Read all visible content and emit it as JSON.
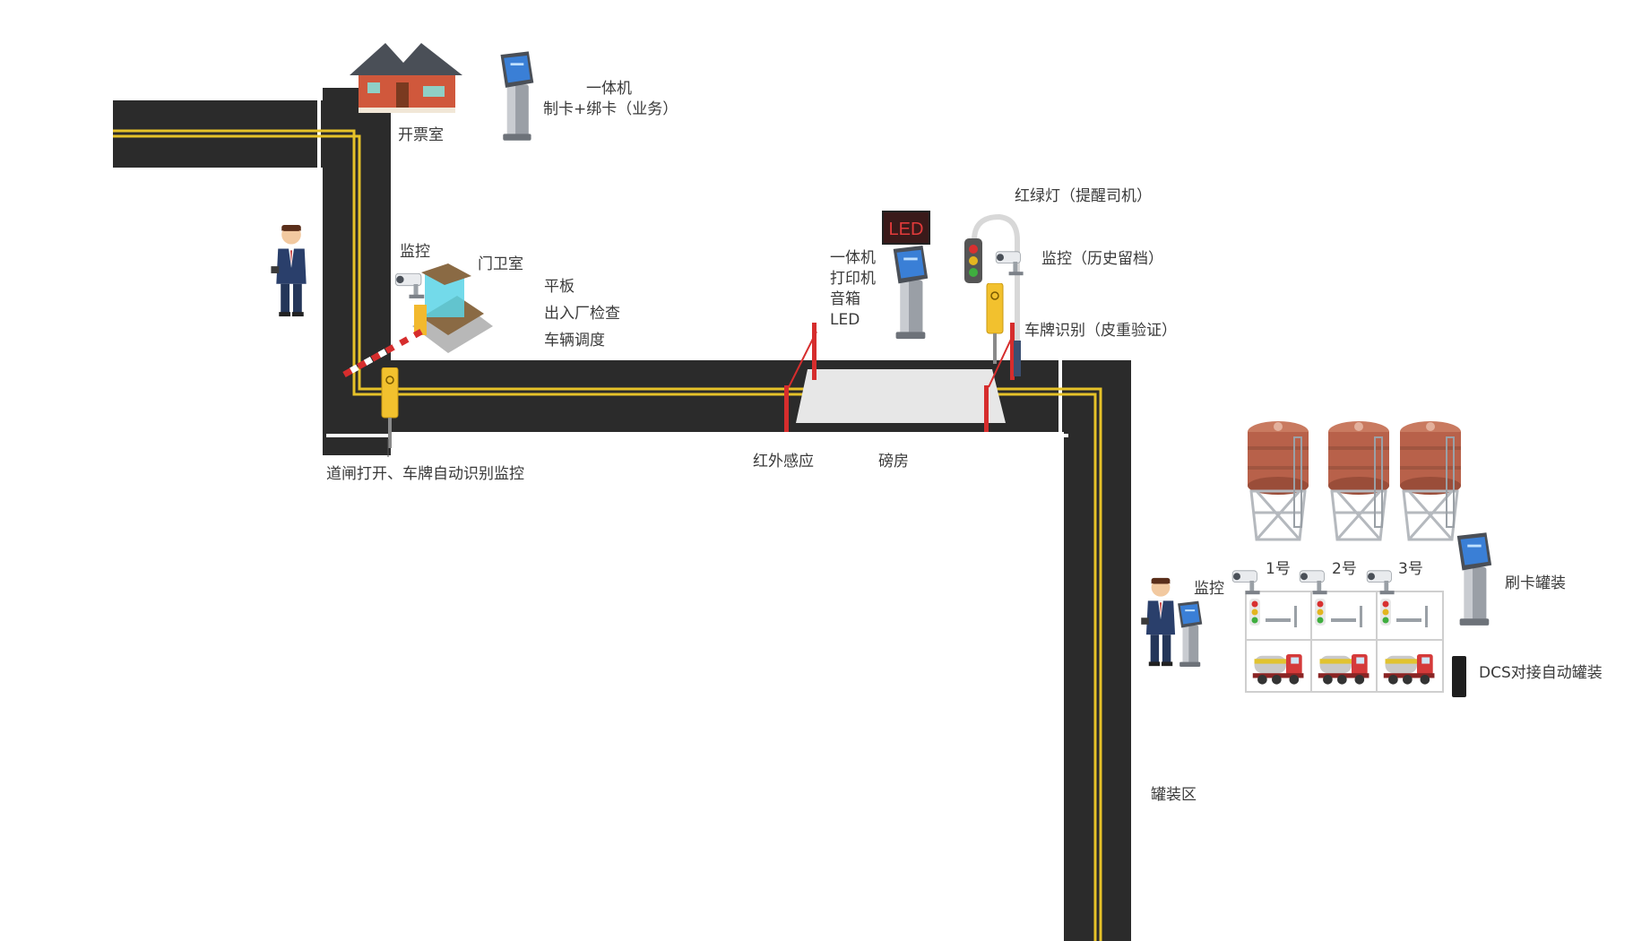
{
  "labels": {
    "ticket_room": "开票室",
    "kiosk_top_line1": "一体机",
    "kiosk_top_line2": "制卡+绑卡（业务）",
    "monitor_gate": "监控",
    "guard_room": "门卫室",
    "tablet": "平板",
    "in_out_check": "出入厂检查",
    "vehicle_dispatch": "车辆调度",
    "barrier_open": "道闸打开、车牌自动识别监控",
    "infrared": "红外感应",
    "weigh_room": "磅房",
    "scale_kiosk1": "一体机",
    "scale_kiosk2": "打印机",
    "scale_kiosk3": "音箱",
    "scale_kiosk4": "LED",
    "led_sign": "LED",
    "traffic_light": "红绿灯（提醒司机）",
    "monitor_history": "监控（历史留档）",
    "plate_recognition": "车牌识别（皮重验证）",
    "monitor_loading": "监控",
    "bay1": "1号",
    "bay2": "2号",
    "bay3": "3号",
    "card_loading": "刷卡罐装",
    "dcs_loading": "DCS对接自动罐装",
    "loading_area": "罐装区"
  },
  "colors": {
    "road": "#2b2b2b",
    "road_line": "#e6c229",
    "barrier_red": "#d62d2d",
    "tank": "#b8614a",
    "led_red": "#e23a3a",
    "kiosk_screen": "#3a7fd6"
  }
}
